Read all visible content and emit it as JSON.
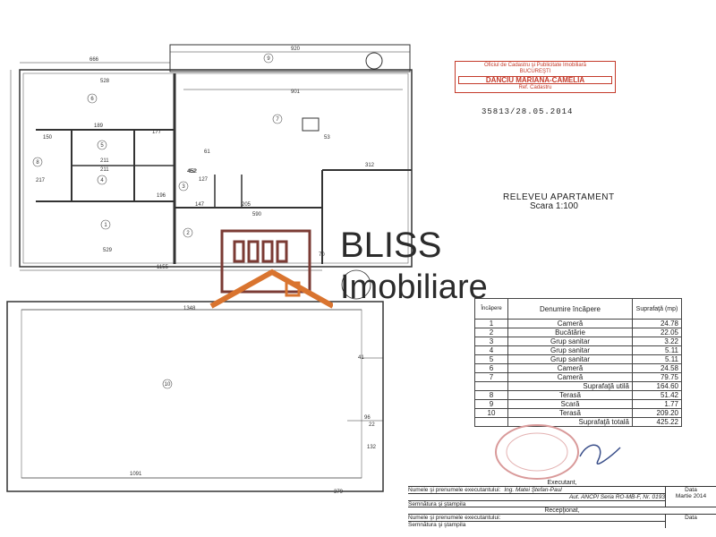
{
  "header": {
    "title": "RELEVEU APARTAMENT",
    "scale": "Scara 1:100",
    "registration": "35813/28.05.2014"
  },
  "cadastre_stamp": {
    "line1": "Oficiul de Cadastru şi Publicitate Imobiliară",
    "line2": "BUCUREŞTI",
    "name": "DANCIU MARIANA-CAMELIA",
    "line3": "Ref. Cadastru"
  },
  "brand": {
    "name_top": "BLISS",
    "name_bottom": "Imobiliare",
    "color": "#d9742f"
  },
  "room_table": {
    "headers": [
      "Încăpere",
      "Denumire încăpere",
      "Suprafaţă (mp)"
    ],
    "rows": [
      {
        "nr": "1",
        "name": "Cameră",
        "area": "24.78"
      },
      {
        "nr": "2",
        "name": "Bucătărie",
        "area": "22.05"
      },
      {
        "nr": "3",
        "name": "Grup sanitar",
        "area": "3.22"
      },
      {
        "nr": "4",
        "name": "Grup sanitar",
        "area": "5.11"
      },
      {
        "nr": "5",
        "name": "Grup sanitar",
        "area": "5.11"
      },
      {
        "nr": "6",
        "name": "Cameră",
        "area": "24.58"
      },
      {
        "nr": "7",
        "name": "Cameră",
        "area": "79.75"
      },
      {
        "nr": "",
        "name": "Suprafaţă utilă",
        "area": "164.60"
      },
      {
        "nr": "8",
        "name": "Terasă",
        "area": "51.42"
      },
      {
        "nr": "9",
        "name": "Scară",
        "area": "1.77"
      },
      {
        "nr": "10",
        "name": "Terasă",
        "area": "209.20"
      },
      {
        "nr": "",
        "name": "Suprafaţă totală",
        "area": "425.22"
      }
    ]
  },
  "executant": {
    "title": "Executant,",
    "name_label": "Numele şi prenumele executantului:",
    "name_value": "Ing. Matei Ştefan-Paul",
    "auth": "Aut. ANCPI Seria RO-MB-F, Nr. 0193",
    "signature_label": "Semnătura şi ştampila",
    "date_label": "Data",
    "date_value": "Martie 2014"
  },
  "receptie": {
    "title": "Recepţionat,",
    "name_label": "Numele şi prenumele executantului:",
    "signature_label": "Semnătura şi ştampila",
    "date_label": "Data"
  },
  "plan": {
    "dims": [
      "666",
      "920",
      "528",
      "901",
      "189",
      "177",
      "150",
      "61",
      "53",
      "312",
      "217",
      "211",
      "211",
      "452",
      "127",
      "196",
      "147",
      "205",
      "590",
      "529",
      "1155",
      "1348",
      "1091",
      "41",
      "96",
      "22",
      "132",
      "379",
      "70",
      "452"
    ],
    "room_numbers": [
      "1",
      "2",
      "3",
      "4",
      "5",
      "6",
      "7",
      "8",
      "9",
      "10"
    ]
  }
}
